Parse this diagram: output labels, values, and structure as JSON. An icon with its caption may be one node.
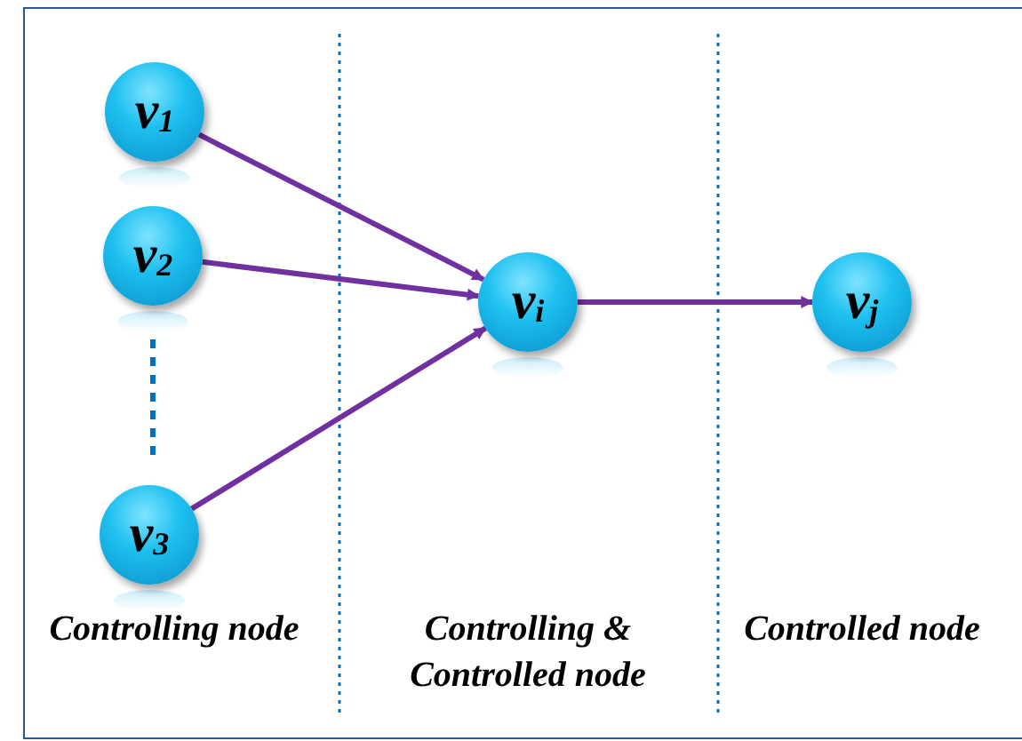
{
  "diagram": {
    "nodes": [
      {
        "text": [
          "v$_{1}$"
        ]
      },
      {
        "text": [
          "v$_{2}$"
        ]
      },
      {
        "text": [
          "v$_{3}$"
        ]
      },
      {
        "text": [
          "v$_{i}$"
        ]
      },
      {
        "text": [
          "v$_{j}$"
        ]
      }
    ],
    "edges": [
      {
        "from": 0,
        "to": 3,
        "arrow": "to"
      },
      {
        "from": 1,
        "to": 3,
        "arrow": "to"
      },
      {
        "from": 2,
        "to": 3,
        "arrow": "to"
      },
      {
        "from": 3,
        "to": 4,
        "arrow": "to"
      }
    ],
    "labels": [
      "Controlling node",
      "Controlling & Controlled node",
      "Controlled node"
    ]
  }
}
